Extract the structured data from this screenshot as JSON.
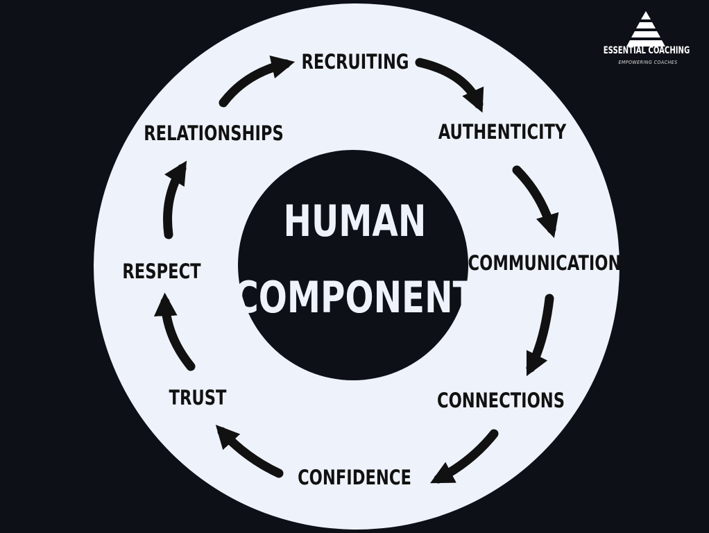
{
  "center": {
    "line1": "HUMAN",
    "line2": "COMPONENT"
  },
  "cycle_nodes": [
    {
      "label": "RECRUITING"
    },
    {
      "label": "AUTHENTICITY"
    },
    {
      "label": "COMMUNICATION"
    },
    {
      "label": "CONNECTIONS"
    },
    {
      "label": "CONFIDENCE"
    },
    {
      "label": "TRUST"
    },
    {
      "label": "RESPECT"
    },
    {
      "label": "RELATIONSHIPS"
    }
  ],
  "cycle_direction": "clockwise",
  "logo": {
    "title": "ESSENTIAL COACHING",
    "tagline": "EMPOWERING COACHES",
    "icon": "pyramid-icon"
  },
  "colors": {
    "background": "#0d1117",
    "ring": "#eef3fb",
    "arrow": "#111111",
    "text_dark": "#111111",
    "text_light": "#eef3fb"
  }
}
